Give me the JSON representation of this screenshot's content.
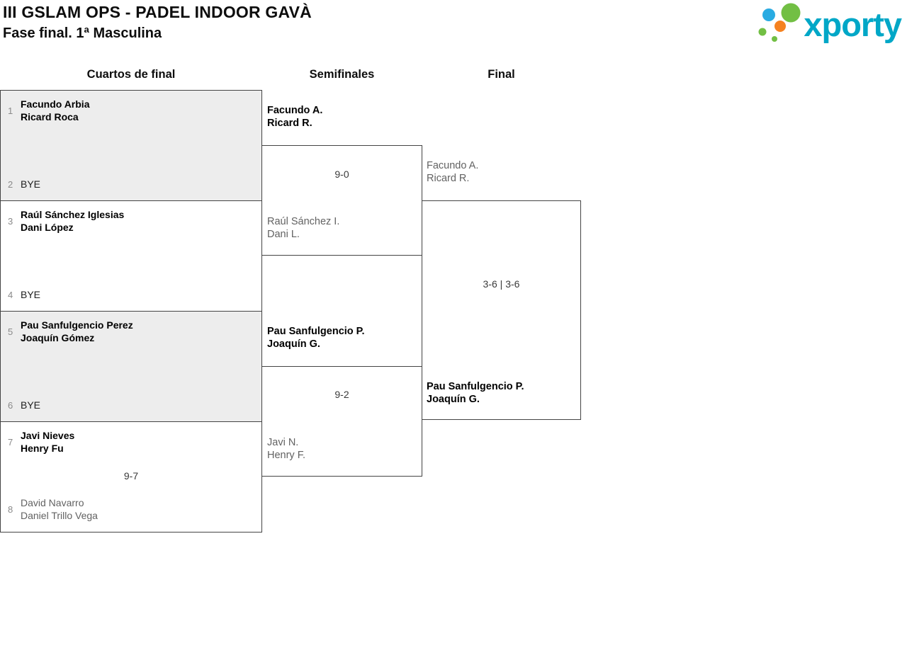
{
  "header": {
    "title": "III GSLAM OPS - PADEL INDOOR GAVÀ",
    "subtitle": "Fase final. 1ª Masculina",
    "logo_text": "xporty"
  },
  "round_headers": [
    "Cuartos de final",
    "Semifinales",
    "Final"
  ],
  "quarterfinals": [
    {
      "top_seed": "1",
      "top_player1": "Facundo Arbia",
      "top_player2": "Ricard Roca",
      "score": "",
      "bottom_seed": "2",
      "bottom_player1": "BYE"
    },
    {
      "top_seed": "3",
      "top_player1": "Raúl Sánchez Iglesias",
      "top_player2": "Dani López",
      "score": "",
      "bottom_seed": "4",
      "bottom_player1": "BYE"
    },
    {
      "top_seed": "5",
      "top_player1": "Pau Sanfulgencio Perez",
      "top_player2": "Joaquín Gómez",
      "score": "",
      "bottom_seed": "6",
      "bottom_player1": "BYE"
    },
    {
      "top_seed": "7",
      "top_player1": "Javi Nieves",
      "top_player2": "Henry Fu",
      "score": "9-7",
      "bottom_seed": "8",
      "bottom_player1": "David Navarro",
      "bottom_player2": "Daniel Trillo Vega"
    }
  ],
  "semifinals": [
    {
      "top_player1": "Facundo A.",
      "top_player2": "Ricard R.",
      "score": "9-0",
      "bottom_player1": "Raúl Sánchez I.",
      "bottom_player2": "Dani L."
    },
    {
      "top_player1": "Pau Sanfulgencio P.",
      "top_player2": "Joaquín G.",
      "score": "9-2",
      "bottom_player1": "Javi N.",
      "bottom_player2": "Henry F."
    }
  ],
  "final": {
    "top_player1": "Facundo A.",
    "top_player2": "Ricard R.",
    "score": "3-6 | 3-6",
    "bottom_player1": "Pau Sanfulgencio P.",
    "bottom_player2": "Joaquín G."
  },
  "colors": {
    "brand_teal": "#00a7c7",
    "logo_green": "#72bf44",
    "logo_blue": "#29abe2",
    "logo_orange": "#f58220",
    "bracket_border": "#444444",
    "shaded_bg": "#ededed",
    "seed_color": "#8a8a8a",
    "loser_color": "#626262",
    "score_color": "#3a3a3a"
  }
}
